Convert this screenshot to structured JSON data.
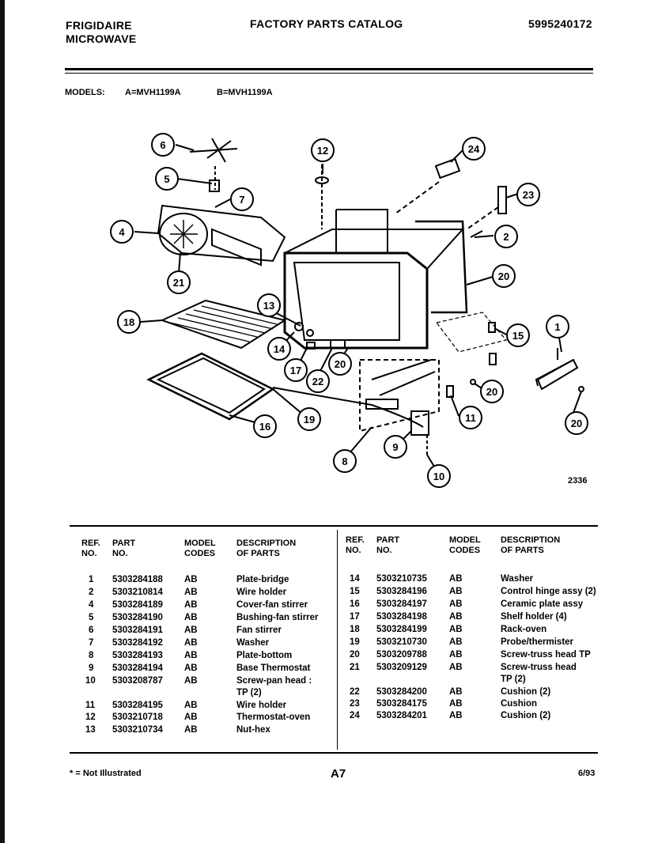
{
  "header": {
    "brand": "FRIGIDAIRE",
    "product": "MICROWAVE",
    "title": "FACTORY PARTS CATALOG",
    "catalog_number": "5995240172",
    "models_label": "MODELS:",
    "model_a": "A=MVH1199A",
    "model_b": "B=MVH1199A"
  },
  "diagram": {
    "callouts": [
      "6",
      "5",
      "7",
      "4",
      "21",
      "12",
      "24",
      "23",
      "2",
      "20",
      "13",
      "18",
      "14",
      "17",
      "22",
      "20",
      "15",
      "1",
      "20",
      "16",
      "19",
      "11",
      "8",
      "9",
      "10",
      "20"
    ],
    "figure_number": "2336"
  },
  "table": {
    "headers": {
      "ref": [
        "REF.",
        "NO."
      ],
      "part": [
        "PART",
        "NO."
      ],
      "model": [
        "MODEL",
        "CODES"
      ],
      "desc": [
        "DESCRIPTION",
        "OF PARTS"
      ]
    },
    "left_rows": [
      {
        "ref": "1",
        "part": "5303284188",
        "code": "AB",
        "desc": "Plate-bridge"
      },
      {
        "ref": "2",
        "part": "5303210814",
        "code": "AB",
        "desc": "Wire holder"
      },
      {
        "ref": "4",
        "part": "5303284189",
        "code": "AB",
        "desc": "Cover-fan stirrer"
      },
      {
        "ref": "5",
        "part": "5303284190",
        "code": "AB",
        "desc": "Bushing-fan stirrer"
      },
      {
        "ref": "6",
        "part": "5303284191",
        "code": "AB",
        "desc": "Fan stirrer"
      },
      {
        "ref": "7",
        "part": "5303284192",
        "code": "AB",
        "desc": "Washer"
      },
      {
        "ref": "8",
        "part": "5303284193",
        "code": "AB",
        "desc": "Plate-bottom"
      },
      {
        "ref": "9",
        "part": "5303284194",
        "code": "AB",
        "desc": "Base Thermostat"
      },
      {
        "ref": "10",
        "part": "5303208787",
        "code": "AB",
        "desc": "Screw-pan head :"
      },
      {
        "ref": "",
        "part": "",
        "code": "",
        "desc": "TP (2)"
      },
      {
        "ref": "11",
        "part": "5303284195",
        "code": "AB",
        "desc": "Wire holder"
      },
      {
        "ref": "12",
        "part": "5303210718",
        "code": "AB",
        "desc": "Thermostat-oven"
      },
      {
        "ref": "13",
        "part": "5303210734",
        "code": "AB",
        "desc": "Nut-hex"
      }
    ],
    "right_rows": [
      {
        "ref": "14",
        "part": "5303210735",
        "code": "AB",
        "desc": "Washer"
      },
      {
        "ref": "15",
        "part": "5303284196",
        "code": "AB",
        "desc": "Control hinge assy (2)"
      },
      {
        "ref": "16",
        "part": "5303284197",
        "code": "AB",
        "desc": "Ceramic plate assy"
      },
      {
        "ref": "17",
        "part": "5303284198",
        "code": "AB",
        "desc": "Shelf holder (4)"
      },
      {
        "ref": "18",
        "part": "5303284199",
        "code": "AB",
        "desc": "Rack-oven"
      },
      {
        "ref": "19",
        "part": "5303210730",
        "code": "AB",
        "desc": "Probe/thermister"
      },
      {
        "ref": "20",
        "part": "5303209788",
        "code": "AB",
        "desc": "Screw-truss head TP"
      },
      {
        "ref": "21",
        "part": "5303209129",
        "code": "AB",
        "desc": "Screw-truss head"
      },
      {
        "ref": "",
        "part": "",
        "code": "",
        "desc": "TP (2)"
      },
      {
        "ref": "22",
        "part": "5303284200",
        "code": "AB",
        "desc": "Cushion (2)"
      },
      {
        "ref": "23",
        "part": "5303284175",
        "code": "AB",
        "desc": "Cushion"
      },
      {
        "ref": "24",
        "part": "5303284201",
        "code": "AB",
        "desc": "Cushion (2)"
      }
    ]
  },
  "footer": {
    "note": "* = Not Illustrated",
    "page": "A7",
    "date": "6/93"
  }
}
